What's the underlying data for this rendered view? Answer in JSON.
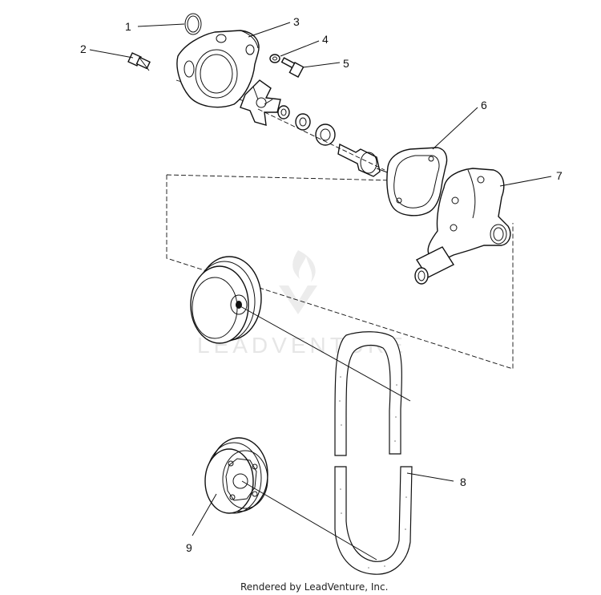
{
  "diagram": {
    "callouts": [
      {
        "id": "1",
        "label": "1"
      },
      {
        "id": "2",
        "label": "2"
      },
      {
        "id": "3",
        "label": "3"
      },
      {
        "id": "4",
        "label": "4"
      },
      {
        "id": "5",
        "label": "5"
      },
      {
        "id": "6",
        "label": "6"
      },
      {
        "id": "7",
        "label": "7"
      },
      {
        "id": "8",
        "label": "8"
      },
      {
        "id": "9",
        "label": "9"
      }
    ],
    "watermark": "LEADVENTURE",
    "footer": "Rendered by LeadVenture, Inc."
  },
  "colors": {
    "line": "#111111",
    "watermark": "#e6e6e6",
    "background": "#ffffff"
  }
}
